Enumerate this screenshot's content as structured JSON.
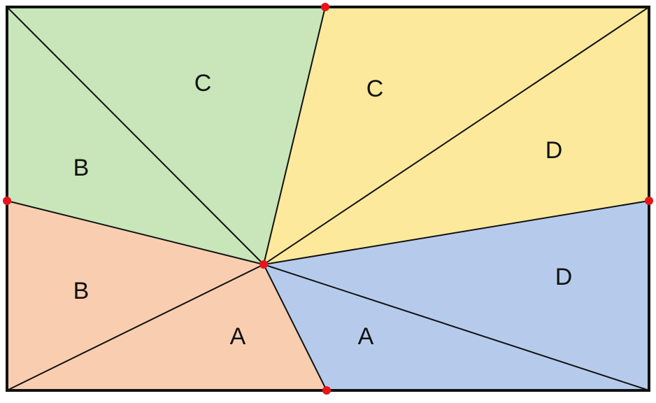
{
  "colors": {
    "green": "#c8e6b9",
    "yellow": "#fce99c",
    "orange": "#f9ceb0",
    "blue": "#b6cbec",
    "line": "#111111",
    "point": "#e8141b"
  },
  "regions": [
    {
      "name": "green",
      "labels": [
        "C",
        "B"
      ]
    },
    {
      "name": "yellow",
      "labels": [
        "C",
        "D"
      ]
    },
    {
      "name": "orange",
      "labels": [
        "B",
        "A"
      ]
    },
    {
      "name": "blue",
      "labels": [
        "A",
        "D"
      ]
    }
  ],
  "label_letters": [
    "A",
    "B",
    "C",
    "D"
  ]
}
